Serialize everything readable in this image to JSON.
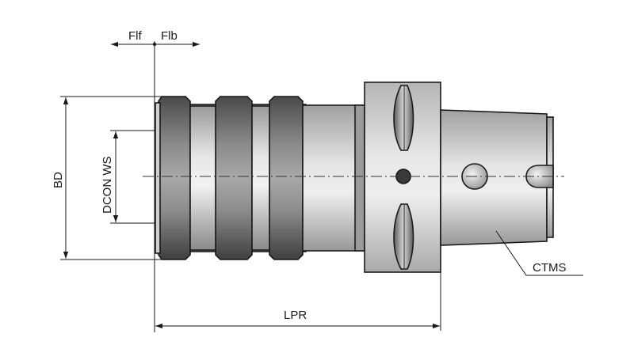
{
  "labels": {
    "flf": "Flf",
    "flb": "Flb",
    "bd": "BD",
    "dcon_ws": "DCON WS",
    "lpr": "LPR",
    "ctms": "CTMS"
  },
  "colors": {
    "line": "#1a1a1a",
    "body_light": "#d9d9d9",
    "body_mid": "#bcbcbc",
    "body_dark": "#6e6e6e",
    "hole_dark": "#3a3a3a"
  }
}
